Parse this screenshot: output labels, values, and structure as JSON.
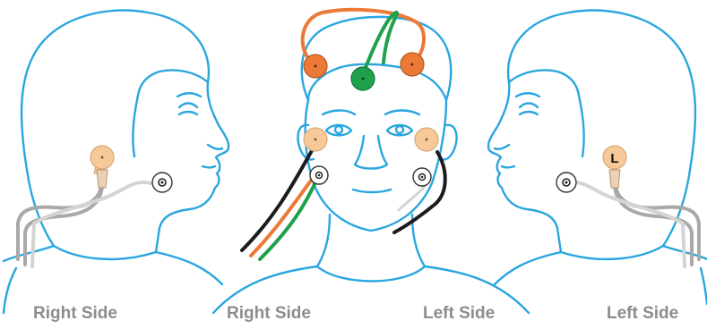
{
  "labels": {
    "left_profile": "Right Side",
    "front_left": "Right Side",
    "front_right": "Left Side",
    "right_profile": "Left Side",
    "electrode_letter": "L"
  },
  "colors": {
    "outline": "#2aa6df",
    "label_text": "#8c8c8c",
    "electrode_orange": "#ec7a36",
    "electrode_green": "#1ea14a",
    "electrode_peach": "#f7c999",
    "electrode_white": "#ffffff",
    "lead_black": "#1c1c1c",
    "lead_gray": "#a9a9a9",
    "lead_light_gray": "#d4d4d4"
  }
}
